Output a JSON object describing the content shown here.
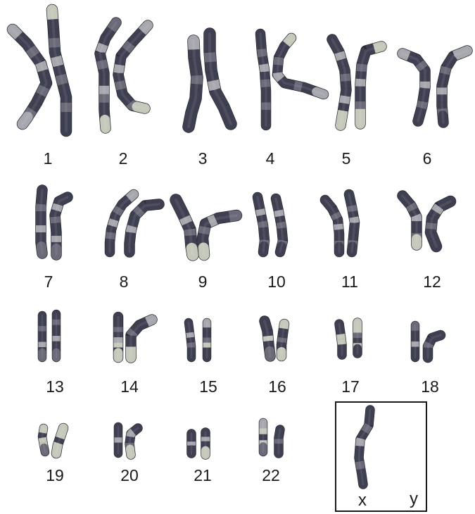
{
  "figure": {
    "colors": {
      "dark": "#3f3f52",
      "mid": "#6a6a78",
      "light": "#a7a7ae",
      "pale": "#c4c9bb",
      "outline": "#2a2a34",
      "label": "#1a1a1a",
      "box": "#1a1a1a"
    },
    "autosomes": [
      {
        "label": "1"
      },
      {
        "label": "2"
      },
      {
        "label": "3"
      },
      {
        "label": "4"
      },
      {
        "label": "5"
      },
      {
        "label": "6"
      },
      {
        "label": "7"
      },
      {
        "label": "8"
      },
      {
        "label": "9"
      },
      {
        "label": "10"
      },
      {
        "label": "11"
      },
      {
        "label": "12"
      },
      {
        "label": "13"
      },
      {
        "label": "14"
      },
      {
        "label": "15"
      },
      {
        "label": "16"
      },
      {
        "label": "17"
      },
      {
        "label": "18"
      },
      {
        "label": "19"
      },
      {
        "label": "20"
      },
      {
        "label": "21"
      },
      {
        "label": "22"
      }
    ],
    "sex_chromosomes": {
      "x_label": "x",
      "y_label": "y"
    }
  }
}
